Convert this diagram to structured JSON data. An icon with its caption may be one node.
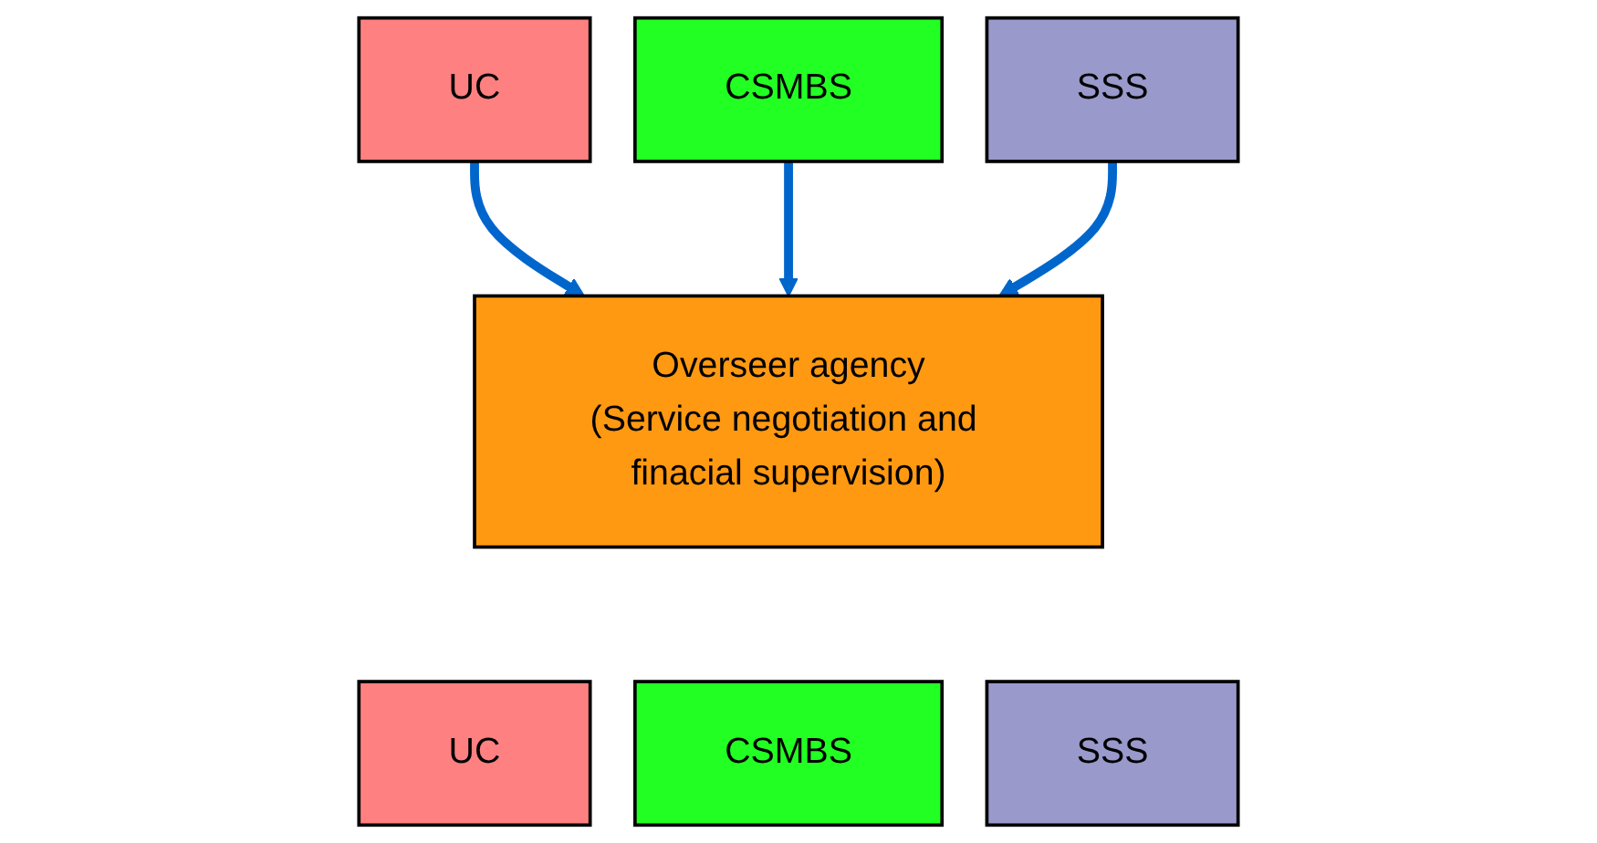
{
  "diagram": {
    "nodes": [
      {
        "text": [
          "UC"
        ]
      },
      {
        "text": [
          "CSMBS"
        ]
      },
      {
        "text": [
          "SSS"
        ]
      },
      {
        "text": [
          "Overseer agency",
          "(Service negotiation and finacial supervision)"
        ]
      },
      {
        "text": [
          "UC"
        ]
      },
      {
        "text": [
          "CSMBS"
        ]
      },
      {
        "text": [
          "SSS"
        ]
      }
    ],
    "edges": [
      {
        "from": 0,
        "to": 3,
        "arrow": "to"
      },
      {
        "from": 1,
        "to": 3,
        "arrow": "to"
      },
      {
        "from": 2,
        "to": 3,
        "arrow": "to"
      }
    ]
  }
}
